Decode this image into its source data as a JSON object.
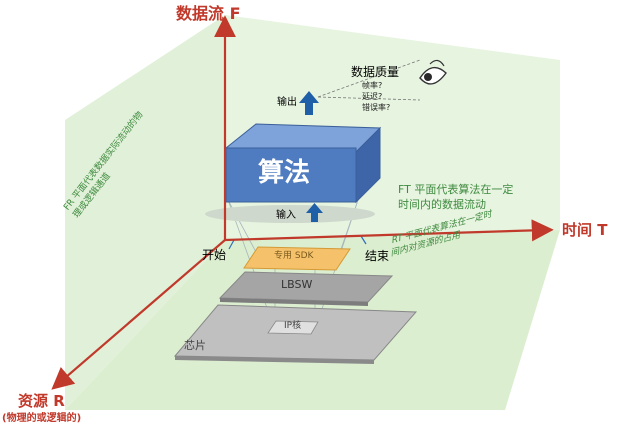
{
  "axes": {
    "vertical": "数据流 F",
    "horizontal": "时间 T",
    "depth": "资源 R",
    "depth_note": "(物理的或逻辑的)"
  },
  "blocks": {
    "algorithm": "算法",
    "sdk": "专用 SDK",
    "lbsw": "LBSW",
    "ip": "IP核",
    "chip": "芯片"
  },
  "flow": {
    "input": "输入",
    "output": "输出",
    "start": "开始",
    "end": "结束"
  },
  "quality": {
    "title": "数据质量",
    "items": [
      "帧率?",
      "延迟?",
      "错误率?"
    ]
  },
  "planes": {
    "ft_label": "FT 平面代表算法在一定时间内的数据流动",
    "fr_label": "FR 平面代表数据实际流动的物理或逻辑通道",
    "rt_label": "RT 平面代表算法在一定时间内对资源的占用"
  },
  "colors": {
    "axis_red": "#c0392b",
    "plane_green": "#dcefd2",
    "algo_blue": "#4f7cc0",
    "sdk_orange": "#f5c26b",
    "layer_gray": "#a5a5a5",
    "arrow_blue": "#1f5fa8"
  }
}
